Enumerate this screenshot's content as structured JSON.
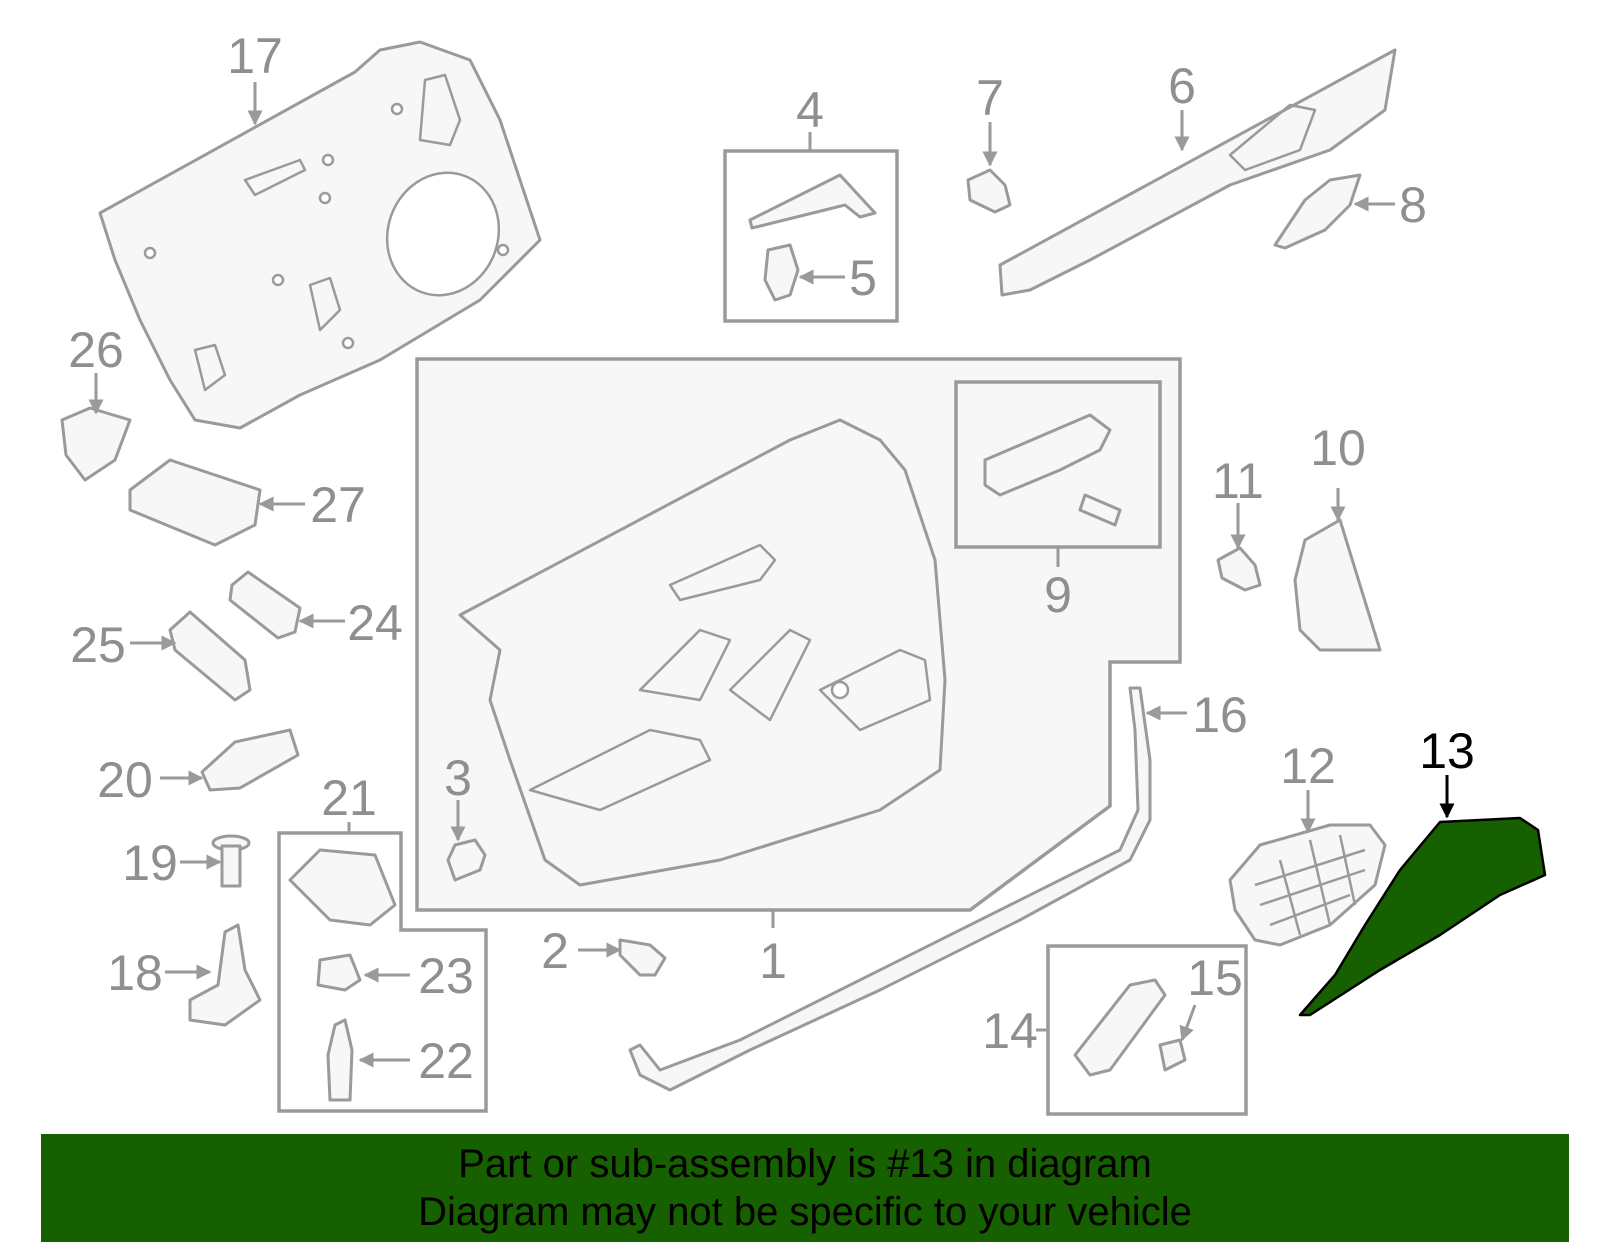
{
  "banner": {
    "line1": "Part or sub-assembly is #13 in diagram",
    "line2": "Diagram may not be specific to your vehicle",
    "color": "#176000"
  },
  "highlight": {
    "part_number": "13",
    "fill_color": "#176000"
  },
  "callouts": {
    "c1": "1",
    "c2": "2",
    "c3": "3",
    "c4": "4",
    "c5": "5",
    "c6": "6",
    "c7": "7",
    "c8": "8",
    "c9": "9",
    "c10": "10",
    "c11": "11",
    "c12": "12",
    "c13": "13",
    "c14": "14",
    "c15": "15",
    "c16": "16",
    "c17": "17",
    "c18": "18",
    "c19": "19",
    "c20": "20",
    "c21": "21",
    "c22": "22",
    "c23": "23",
    "c24": "24",
    "c25": "25",
    "c26": "26",
    "c27": "27"
  }
}
